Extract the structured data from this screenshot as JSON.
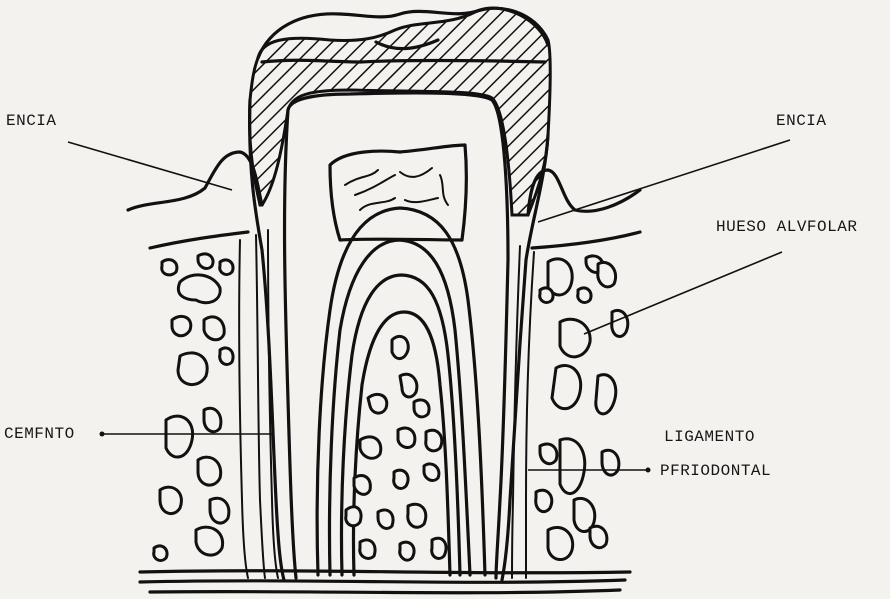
{
  "labels": {
    "encia_left": "ENCIA",
    "encia_right": "ENCIA",
    "hueso": "HUESO ALVFOLAR",
    "cemento": "CEMFNTO",
    "ligamento_1": "LIGAMENTO",
    "ligamento_2": "PFRIODONTAL"
  },
  "icons": [
    "tooth-cross-section-diagram"
  ],
  "colors": {
    "ink": "#111111",
    "paper": "#f4f2ee"
  }
}
